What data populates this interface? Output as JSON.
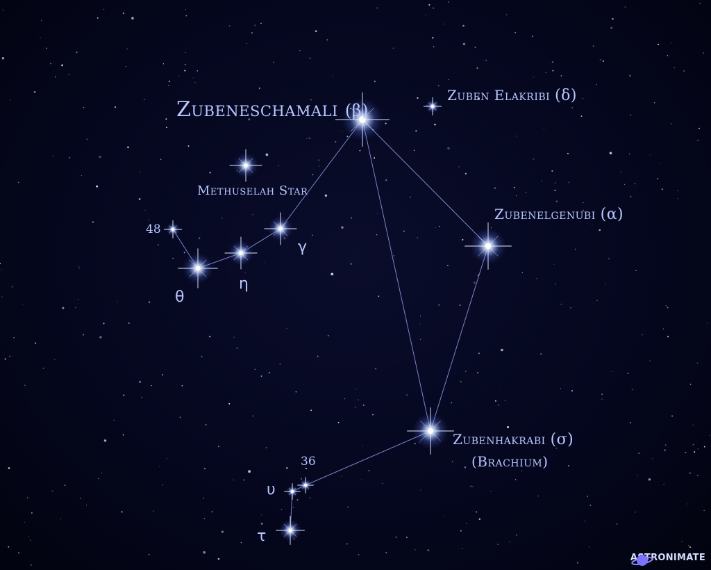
{
  "stars": {
    "beta": {
      "name": "Zubeneschamali",
      "greek": "(β)"
    },
    "delta": {
      "name": "Zuben Elakribi",
      "greek": "(δ)"
    },
    "alpha": {
      "name": "Zubenelgenubi",
      "greek": "(α)"
    },
    "sigma": {
      "name": "Zubenhakrabi",
      "greek": "(σ)",
      "alt": "(Brachium)"
    },
    "methuselah": {
      "name": "Methuselah Star"
    },
    "gamma": "γ",
    "eta": "η",
    "theta": "θ",
    "upsilon": "υ",
    "tau": "τ",
    "n48": "48",
    "n36": "36"
  },
  "brand": {
    "name": "ASTRONIMATE"
  },
  "colors": {
    "sky": "#05071f",
    "label": "#b9c7ff",
    "line": "#9fb0ff",
    "star": "#e8f0ff",
    "planet": "#7a73ff"
  }
}
